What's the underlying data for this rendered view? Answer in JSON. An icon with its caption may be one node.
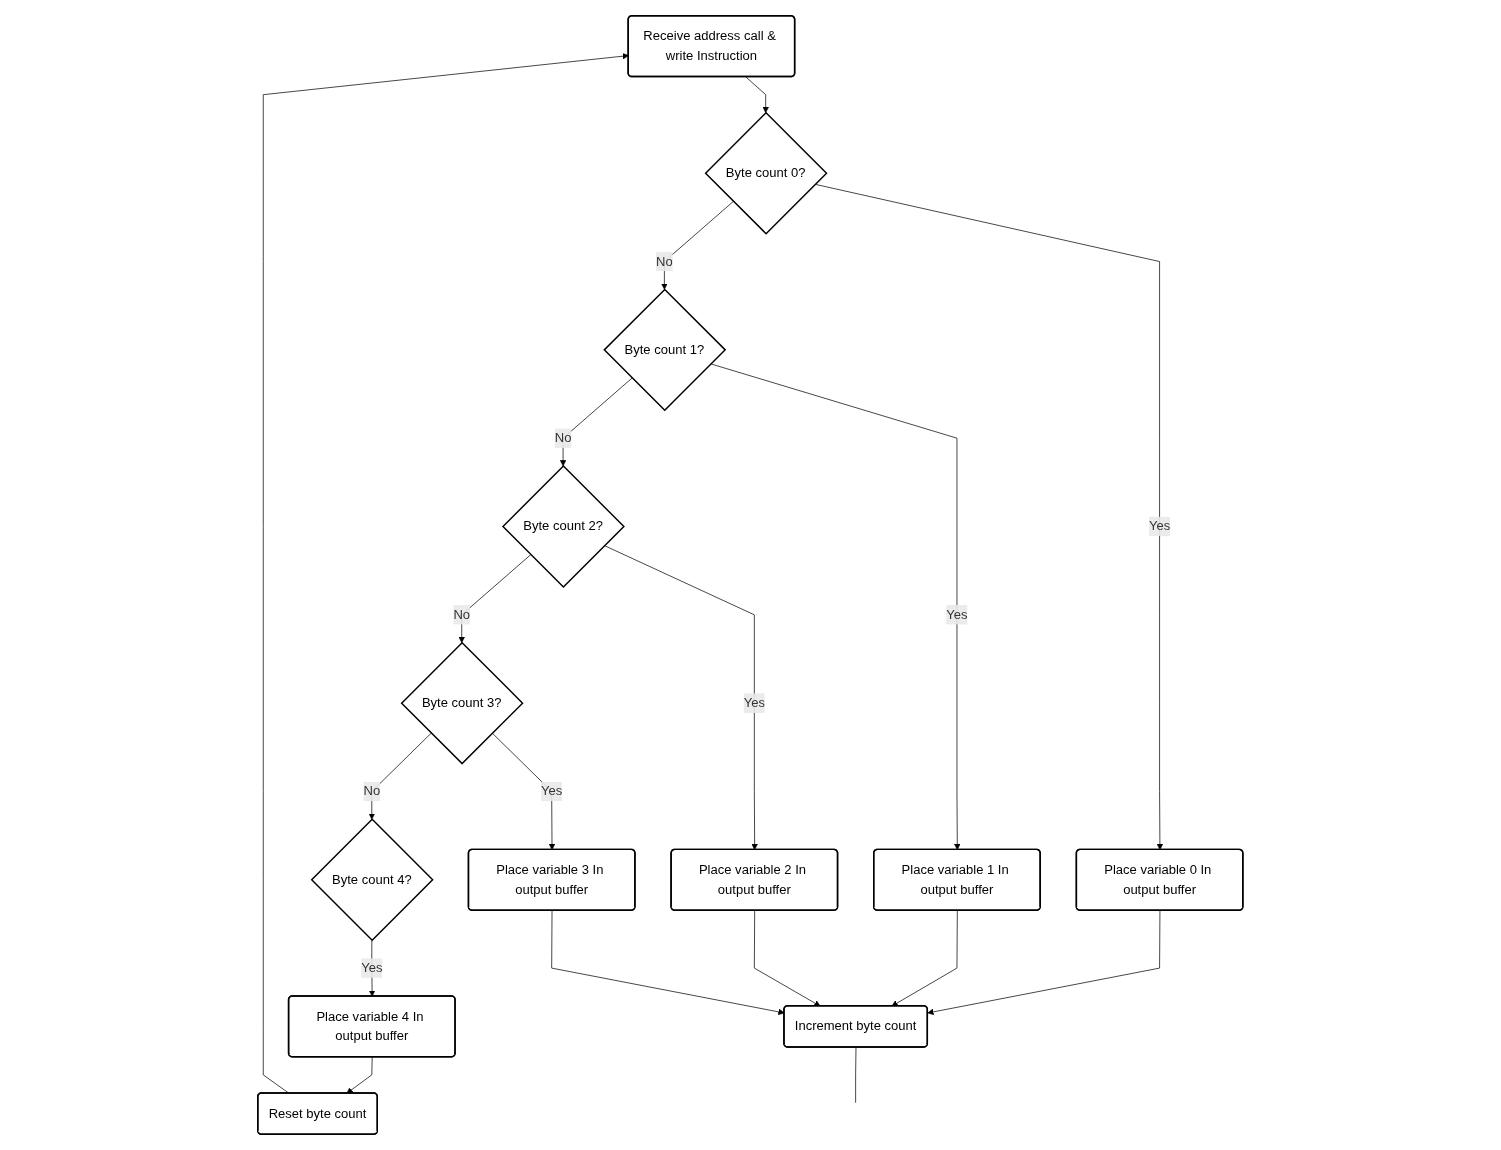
{
  "diagram": {
    "nodes": [
      {
        "text": [
          "Receive address call & write Instruction"
        ]
      },
      {
        "text": [
          "Byte count 0?"
        ]
      },
      {
        "text": [
          "Byte count 1?"
        ]
      },
      {
        "text": [
          "Byte count 2?"
        ]
      },
      {
        "text": [
          "Byte count 3?"
        ]
      },
      {
        "text": [
          "Byte count 4?"
        ]
      },
      {
        "text": [
          "Place variable 0 In output buffer"
        ]
      },
      {
        "text": [
          "Place variable 1 In output buffer"
        ]
      },
      {
        "text": [
          "Place variable 2 In output buffer"
        ]
      },
      {
        "text": [
          "Place variable 3 In output buffer"
        ]
      },
      {
        "text": [
          "Place variable 4 In output buffer"
        ]
      },
      {
        "text": [
          "Increment byte count"
        ]
      },
      {
        "text": [
          "Reset byte count"
        ]
      }
    ],
    "edges": [
      {
        "from": 0,
        "to": 1,
        "arrow": "to"
      },
      {
        "from": 1,
        "to": 2,
        "label": "No",
        "arrow": "to"
      },
      {
        "from": 2,
        "to": 3,
        "label": "No",
        "arrow": "to"
      },
      {
        "from": 3,
        "to": 4,
        "label": "No",
        "arrow": "to"
      },
      {
        "from": 4,
        "to": 5,
        "label": "No",
        "arrow": "to"
      },
      {
        "from": 1,
        "to": 6,
        "label": "Yes",
        "arrow": "to"
      },
      {
        "from": 2,
        "to": 7,
        "label": "Yes",
        "arrow": "to"
      },
      {
        "from": 3,
        "to": 8,
        "label": "Yes",
        "arrow": "to"
      },
      {
        "from": 4,
        "to": 9,
        "label": "Yes",
        "arrow": "to"
      },
      {
        "from": 5,
        "to": 10,
        "label": "Yes",
        "arrow": "to"
      },
      {
        "from": 6,
        "to": 11,
        "arrow": "to"
      },
      {
        "from": 7,
        "to": 11,
        "arrow": "to"
      },
      {
        "from": 8,
        "to": 11,
        "arrow": "to"
      },
      {
        "from": 9,
        "to": 11,
        "arrow": "to"
      },
      {
        "from": 10,
        "to": 12,
        "arrow": "to"
      },
      {
        "from": 12,
        "to": 0,
        "arrow": "to"
      },
      {
        "from": 11,
        "to": null,
        "arrow": "none"
      }
    ]
  }
}
